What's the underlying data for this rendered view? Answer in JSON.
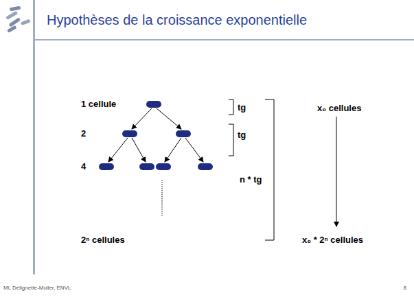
{
  "diagram": {
    "title": "Hypothèses de la croissance exponentielle",
    "labels": [
      "1 cellule",
      "2",
      "4",
      "2ⁿ cellules",
      "tg",
      "tg",
      "n * tg",
      "x₀ cellules",
      "x₀ * 2ⁿ cellules",
      "ML Delignette-Muller, ENVL",
      "8"
    ]
  }
}
